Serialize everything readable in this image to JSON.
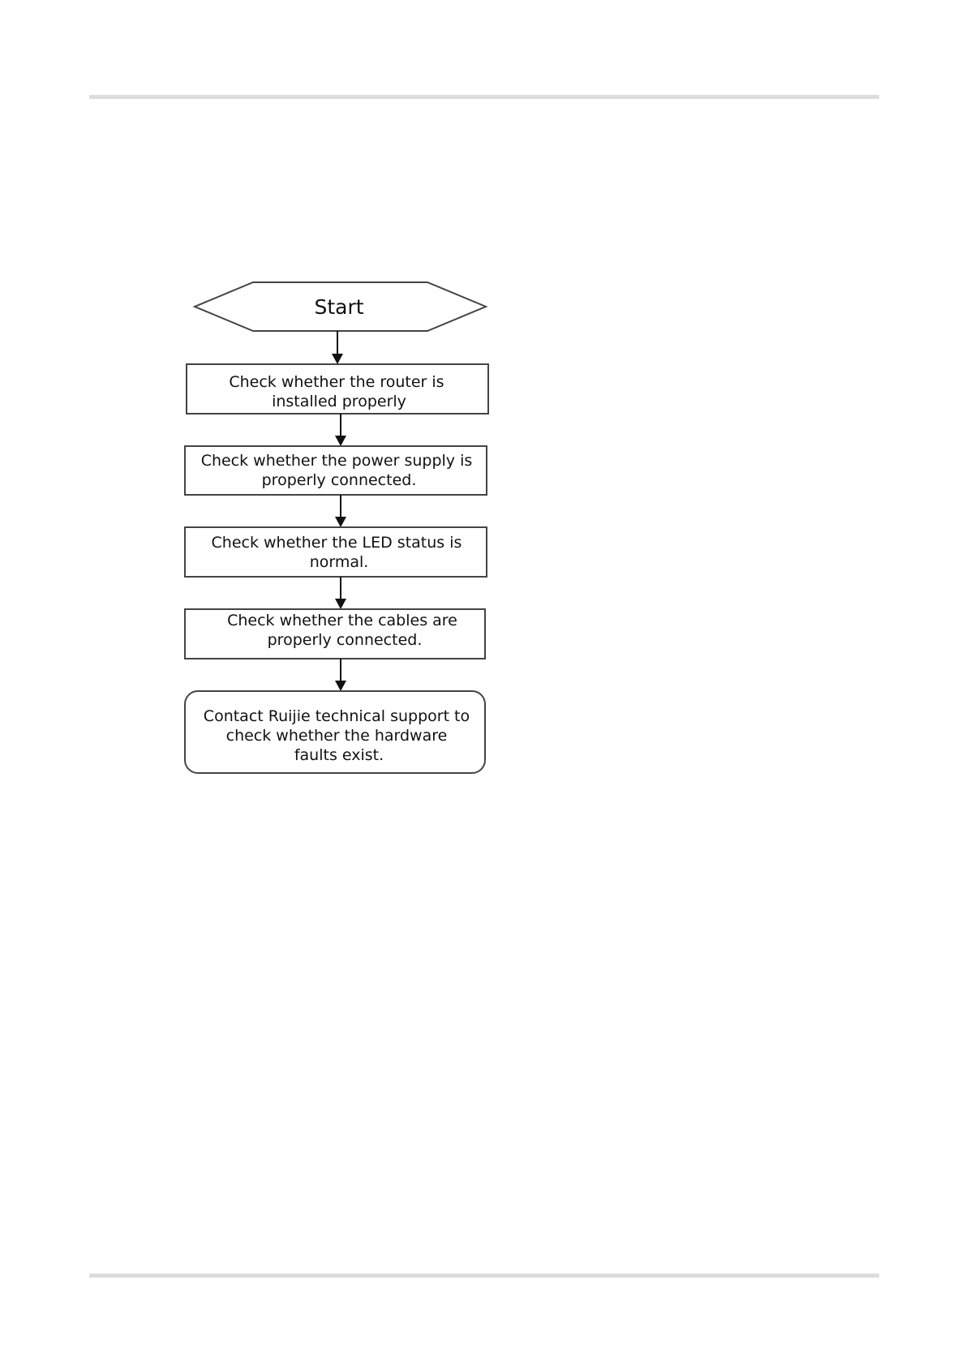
{
  "flowchart": {
    "start_label": "Start",
    "steps": [
      {
        "lines": [
          "Check whether the router is",
          "installed properly"
        ]
      },
      {
        "lines": [
          "Check whether the power supply is",
          "properly connected."
        ]
      },
      {
        "lines": [
          "Check whether the LED status is",
          "normal."
        ]
      },
      {
        "lines": [
          "Check whether the cables are",
          "properly connected."
        ]
      },
      {
        "lines": [
          "Contact Ruijie technical support to",
          "check whether the hardware",
          "faults exist."
        ]
      }
    ]
  }
}
